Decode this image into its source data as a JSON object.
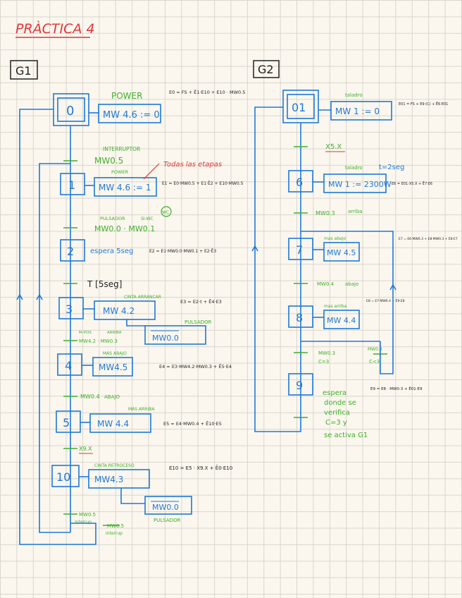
{
  "title": "PRÀCTICA 4",
  "colors": {
    "blue": "#1f78d8",
    "green": "#3fae2a",
    "red": "#e0363a",
    "ink": "#222222"
  },
  "g1": {
    "label": "G1",
    "steps": {
      "s0": "0",
      "s1": "1",
      "s2": "2",
      "s3": "3",
      "s4": "4",
      "s5": "5",
      "s10": "10"
    },
    "actions": {
      "a0": "MW 4.6 := 0",
      "a1": "MW 4.6 := 1",
      "a2": "espera 5seg",
      "a3": "MW 4.2",
      "a3b": "MW0.0",
      "a4": "MW4.5",
      "a5": "MW 4.4",
      "a10": "MW4.3",
      "a10b": "MW0.0"
    },
    "transitions": {
      "t01": "MW0.5",
      "t12": "MW0.0 · MW0.1",
      "t23": "T [5seg]",
      "t34": "MW4.2 · MW0.3",
      "t45": "MW0.4",
      "t510": "X9.X",
      "t100a": "MW0.5",
      "t100b": "MW0.5"
    },
    "green_notes": {
      "power": "POWER",
      "interruptor": "INTERRUPTOR",
      "power2": "POWER",
      "pulsador": "PULSADOR",
      "si_wc": "SI-WC",
      "wc": "WC",
      "cinta_arrancar": "CINTA ARRANCAR",
      "pulsador2": "PULSADOR",
      "arriba": "ARRIBA",
      "m_pos": "M-POS",
      "mas_abajo": "MÁS ABAJO",
      "abajo": "ABAJO",
      "mas_arriba": "MÁS ARRIBA",
      "cinta_retroceso": "CINTA RETROCESO",
      "pulsador3": "PULSADOR",
      "interrup": "interrup",
      "interrup2": "interrup"
    },
    "equations": {
      "e0": "E0 = FS + Ē1·E10 + E10 · MW0.5",
      "e1": "E1 = E0·MW0.5 + E1·Ē2 + E10·MW0.5",
      "e2": "E2 = E1·MW0.0·MW0.1 + E2·Ē3",
      "e3": "E3 = E2·t + Ē4·E3",
      "e4": "E4 = E3·MW4.2·MW0.3 + Ē5·E4",
      "e5": "E5 = E4·MW0.4 + Ē10·E5",
      "e10": "E10 = E5 · X9.X + Ē0·E10"
    },
    "red_note": "Todas las etapas"
  },
  "g2": {
    "label": "G2",
    "steps": {
      "s01": "01",
      "s6": "6",
      "s7": "7",
      "s8": "8",
      "s9": "9"
    },
    "actions": {
      "a01": "MW 1 := 0",
      "a6": "MW 1 := 2300W",
      "a7": "MW 4.5",
      "a8": "MW 4.4"
    },
    "transitions": {
      "t016": "X5.X",
      "t67": "MW0.3",
      "t78": "MW0.4",
      "t89a": "MW0.3",
      "t89a_sub": "C=3",
      "t89b": "MW0.3",
      "t89b_sub": "C<3"
    },
    "green_notes": {
      "taladro": "taladro",
      "taladro2": "taladro",
      "t2seg": "t=2seg",
      "arriba": "arriba",
      "mas_abajo": "mas abajo",
      "abajo": "abajo",
      "mas_arriba": "mas arriba",
      "espera": [
        "espera",
        "donde se",
        "verifica",
        "C=3 y",
        "se activa G1"
      ]
    },
    "equations": {
      "e01": "E01 = FS + E9·(C) + Ē6·E01",
      "e6": "E6 = E01·X5.X + Ē7·E6",
      "e7": "E7 = E6·MW0.3 + E8·MW0.3 + Ē8·E7",
      "e8": "E8 = E7·MW0.4 + Ē9·E8",
      "e9": "E9 = E8 · MW0.3 + Ē01·E9"
    }
  }
}
